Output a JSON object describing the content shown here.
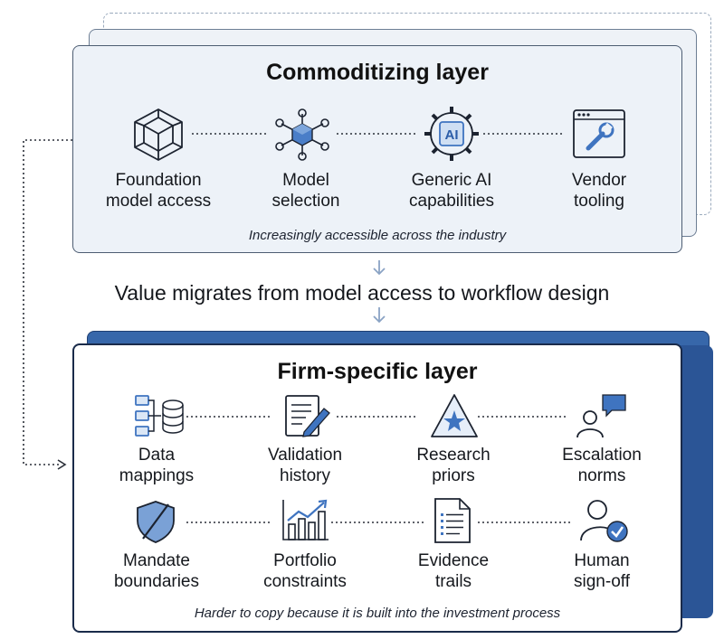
{
  "commoditizing": {
    "title": "Commoditizing layer",
    "items": [
      {
        "label": "Foundation\nmodel access",
        "icon": "polyhedron-icon"
      },
      {
        "label": "Model\nselection",
        "icon": "network-hub-icon"
      },
      {
        "label": "Generic AI\ncapabilities",
        "icon": "ai-chip-gear-icon",
        "icon_text": "AI"
      },
      {
        "label": "Vendor\ntooling",
        "icon": "browser-wrench-icon"
      }
    ],
    "caption": "Increasingly accessible across the industry"
  },
  "transition": "Value migrates from model access to workflow design",
  "firm_specific": {
    "title": "Firm-specific layer",
    "items": [
      {
        "label": "Data\nmappings",
        "icon": "data-mapping-icon"
      },
      {
        "label": "Validation\nhistory",
        "icon": "document-pen-icon"
      },
      {
        "label": "Research\npriors",
        "icon": "triangle-star-icon"
      },
      {
        "label": "Escalation\nnorms",
        "icon": "person-chat-icon"
      },
      {
        "label": "Mandate\nboundaries",
        "icon": "slashed-shield-icon"
      },
      {
        "label": "Portfolio\nconstraints",
        "icon": "bar-chart-trend-icon"
      },
      {
        "label": "Evidence\ntrails",
        "icon": "document-list-icon"
      },
      {
        "label": "Human\nsign-off",
        "icon": "person-check-icon"
      }
    ],
    "caption": "Harder to copy because it is built into the investment process"
  },
  "colors": {
    "top_card_bg": "#edf2f8",
    "bottom_accent": "#3767aa",
    "icon_blue": "#3f74c0",
    "dark_stroke": "#1c2330"
  }
}
